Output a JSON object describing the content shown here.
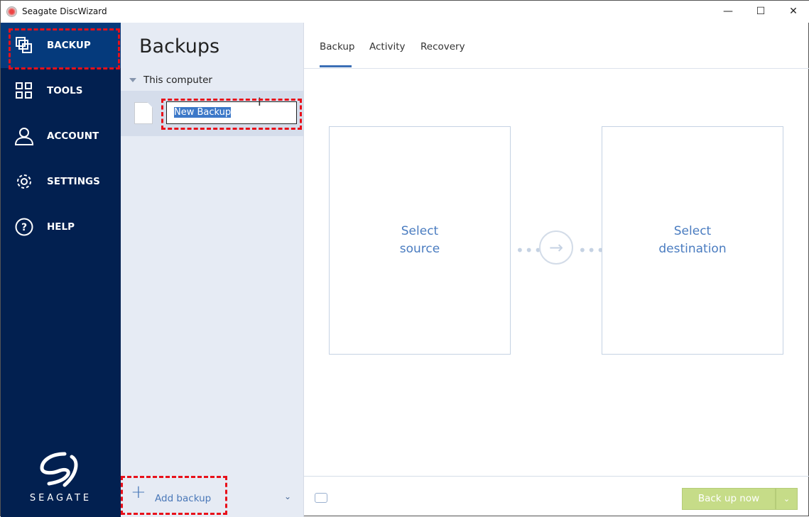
{
  "window": {
    "title": "Seagate DiscWizard",
    "controls": [
      "minimize",
      "maximize",
      "close"
    ]
  },
  "sidebar": {
    "items": [
      {
        "label": "BACKUP",
        "icon": "copy-icon",
        "selected": true
      },
      {
        "label": "TOOLS",
        "icon": "grid-icon"
      },
      {
        "label": "ACCOUNT",
        "icon": "user-icon"
      },
      {
        "label": "SETTINGS",
        "icon": "gear-icon"
      },
      {
        "label": "HELP",
        "icon": "help-icon"
      }
    ],
    "logo_text": "SEAGATE"
  },
  "backups": {
    "title": "Backups",
    "group": "This computer",
    "item_name": "New Backup",
    "add_label": "Add backup"
  },
  "tabs": [
    {
      "label": "Backup",
      "active": true
    },
    {
      "label": "Activity"
    },
    {
      "label": "Recovery"
    }
  ],
  "main": {
    "source": [
      "Select",
      "source"
    ],
    "destination": [
      "Select",
      "destination"
    ]
  },
  "footer": {
    "backup_now": "Back up now"
  },
  "colors": {
    "sidebar": "#022050",
    "accent": "#4a7cc0",
    "button": "#c6dc88",
    "annotation": "#e8101a"
  }
}
